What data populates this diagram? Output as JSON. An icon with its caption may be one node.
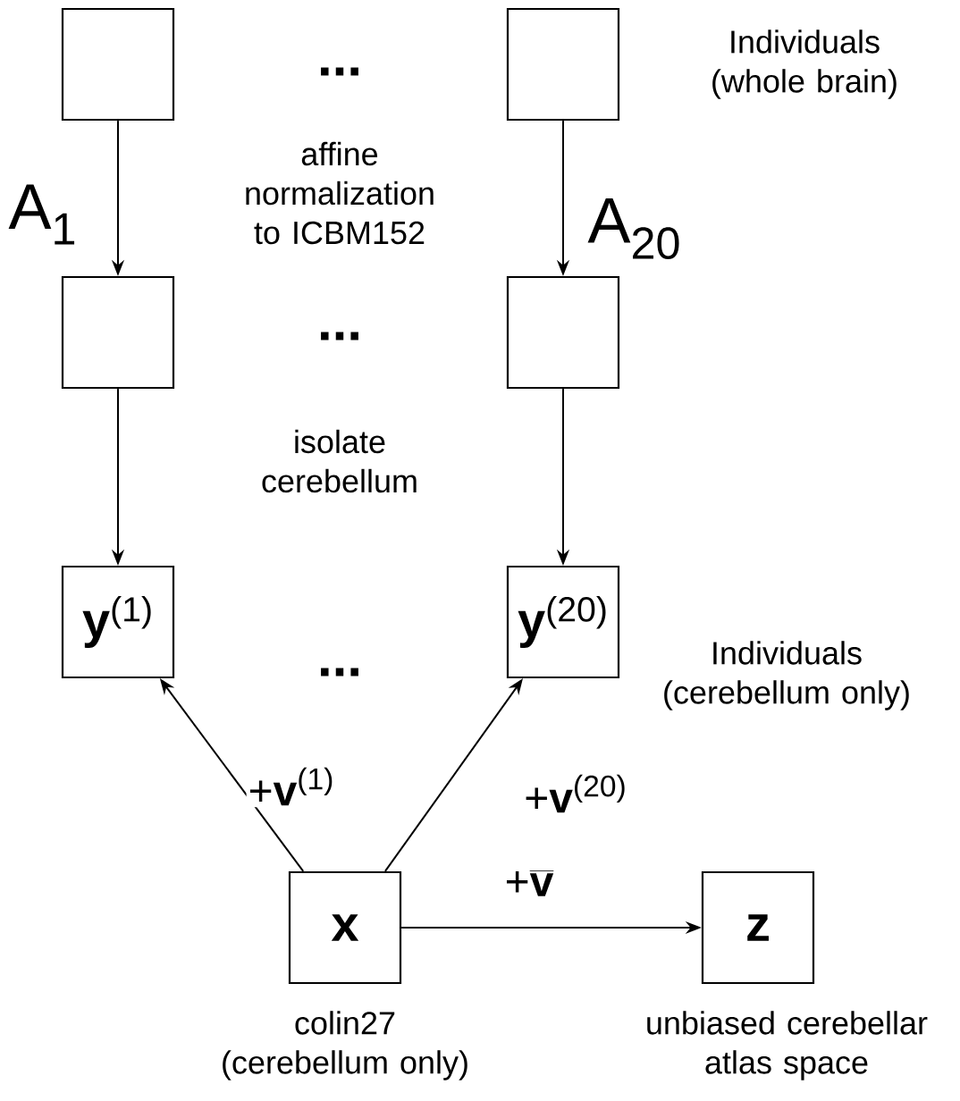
{
  "diagram": {
    "nodes": [
      {
        "text": [],
        "shape": "box"
      },
      {
        "text": [],
        "shape": "box",
        "beside": [
          "Individuals (whole brain)"
        ]
      },
      {
        "text": [],
        "shape": "box"
      },
      {
        "text": [],
        "shape": "box"
      },
      {
        "text": [
          "**y**$^{(1)}$"
        ]
      },
      {
        "text": [
          "**y**$^{(20)}$"
        ],
        "beside": [
          "Individuals (cerebellum only)"
        ]
      },
      {
        "text": [
          "**x**"
        ],
        "beside": [
          "colin27 (cerebellum only)"
        ]
      },
      {
        "text": [
          "**z**"
        ],
        "beside": [
          "unbiased cerebellar atlas space"
        ]
      }
    ],
    "edges": [
      {
        "from": 0,
        "to": 2,
        "arrow": "to",
        "label": "A$_{1}$"
      },
      {
        "from": 1,
        "to": 3,
        "arrow": "to",
        "label": "A$_{20}$"
      },
      {
        "from": 2,
        "to": 4,
        "arrow": "to"
      },
      {
        "from": 3,
        "to": 5,
        "arrow": "to"
      },
      {
        "from": 6,
        "to": 4,
        "arrow": "to",
        "label": "+**v**$^{(1)}$"
      },
      {
        "from": 6,
        "to": 5,
        "arrow": "to",
        "label": "+**v**$^{(20)}$"
      },
      {
        "from": 6,
        "to": 7,
        "arrow": "to",
        "label": "\\textrm{+}\\overline{\\textbf{v}}"
      }
    ],
    "labels": [
      "...",
      "affine normalization to ICBM152",
      "...",
      "isolate cerebellum",
      "..."
    ]
  }
}
